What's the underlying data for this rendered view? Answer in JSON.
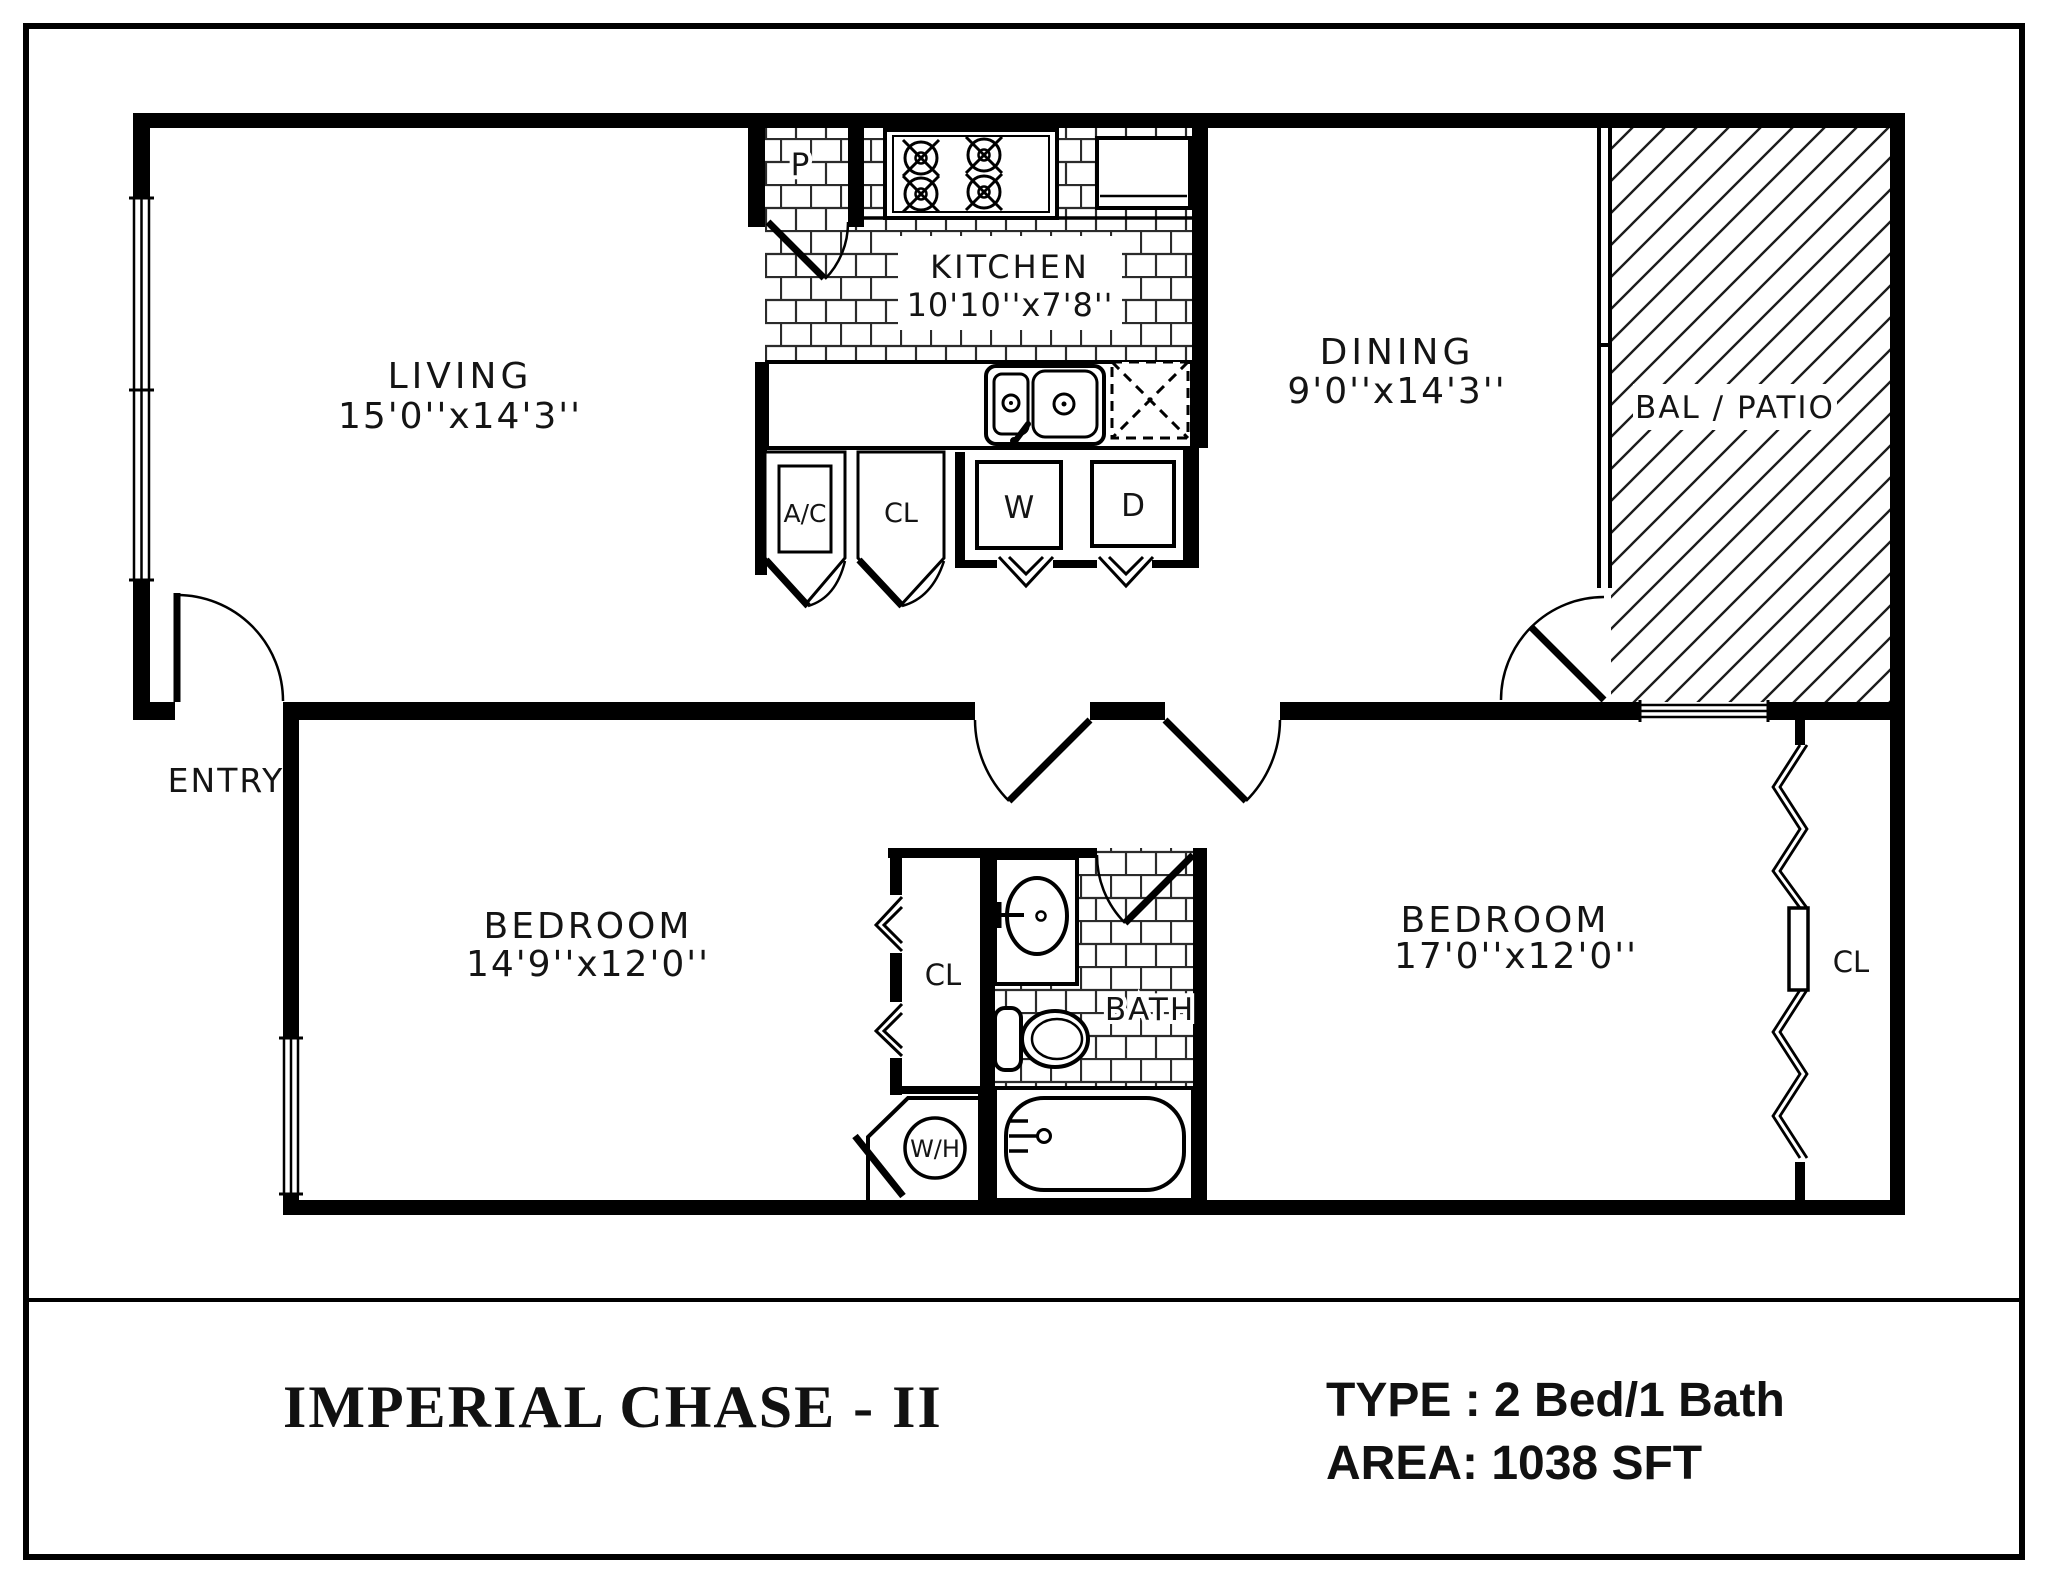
{
  "title_block": {
    "project_name": "IMPERIAL CHASE - II",
    "type_label": "TYPE : 2 Bed/1 Bath",
    "area_label": "AREA: 1038 SFT"
  },
  "rooms": {
    "living": {
      "name": "LIVING",
      "dimensions": "15'0''x14'3''"
    },
    "kitchen": {
      "name": "KITCHEN",
      "dimensions": "10'10''x7'8''"
    },
    "dining": {
      "name": "DINING",
      "dimensions": "9'0''x14'3''"
    },
    "balcony": {
      "name": "BAL / PATIO"
    },
    "entry": {
      "name": "ENTRY"
    },
    "bedroom_left": {
      "name": "BEDROOM",
      "dimensions": "14'9''x12'0''"
    },
    "bedroom_right": {
      "name": "BEDROOM",
      "dimensions": "17'0''x12'0''"
    },
    "bath": {
      "name": "BATH"
    }
  },
  "labels": {
    "pantry": "P",
    "ac_closet": "A/C",
    "utility_closet": "CL",
    "washer": "W",
    "dryer": "D",
    "bath_closet": "CL",
    "bedroom_right_closet": "CL",
    "water_heater": "W/H"
  },
  "colors": {
    "line": "#000000",
    "background": "#ffffff"
  }
}
